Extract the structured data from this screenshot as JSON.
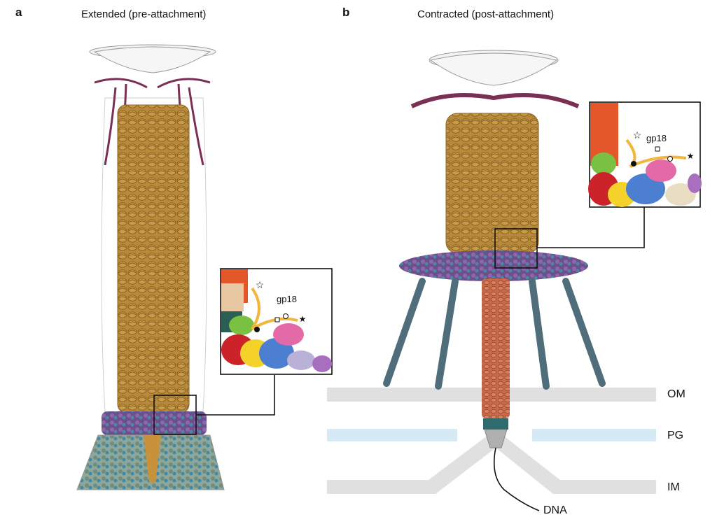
{
  "panels": [
    {
      "letter": "a",
      "title": "Extended (pre-attachment)",
      "inset_label": "gp18"
    },
    {
      "letter": "b",
      "title": "Contracted (post-attachment)",
      "inset_label": "gp18"
    }
  ],
  "membranes": {
    "outer": "OM",
    "peptidoglycan": "PG",
    "inner": "IM"
  },
  "dna_label": "DNA",
  "colors": {
    "sheath": "#b8893a",
    "sheath_dark": "#8a6424",
    "baseplate_purple": "#7b4c93",
    "fibers_maroon": "#7a2f55",
    "legs_teal": "#4a8aa0",
    "tail_tube": "#c86a4a",
    "membrane_gray": "#e0e0e0",
    "pg_blue": "#d6eaf5",
    "inset_orange": "#e4572a",
    "inset_green": "#7ac043",
    "inset_red": "#cc2229",
    "inset_yellow": "#f4d22a",
    "inset_blue": "#4d7fd1",
    "inset_pink": "#e46aa7",
    "inset_gold": "#f2b63c"
  }
}
